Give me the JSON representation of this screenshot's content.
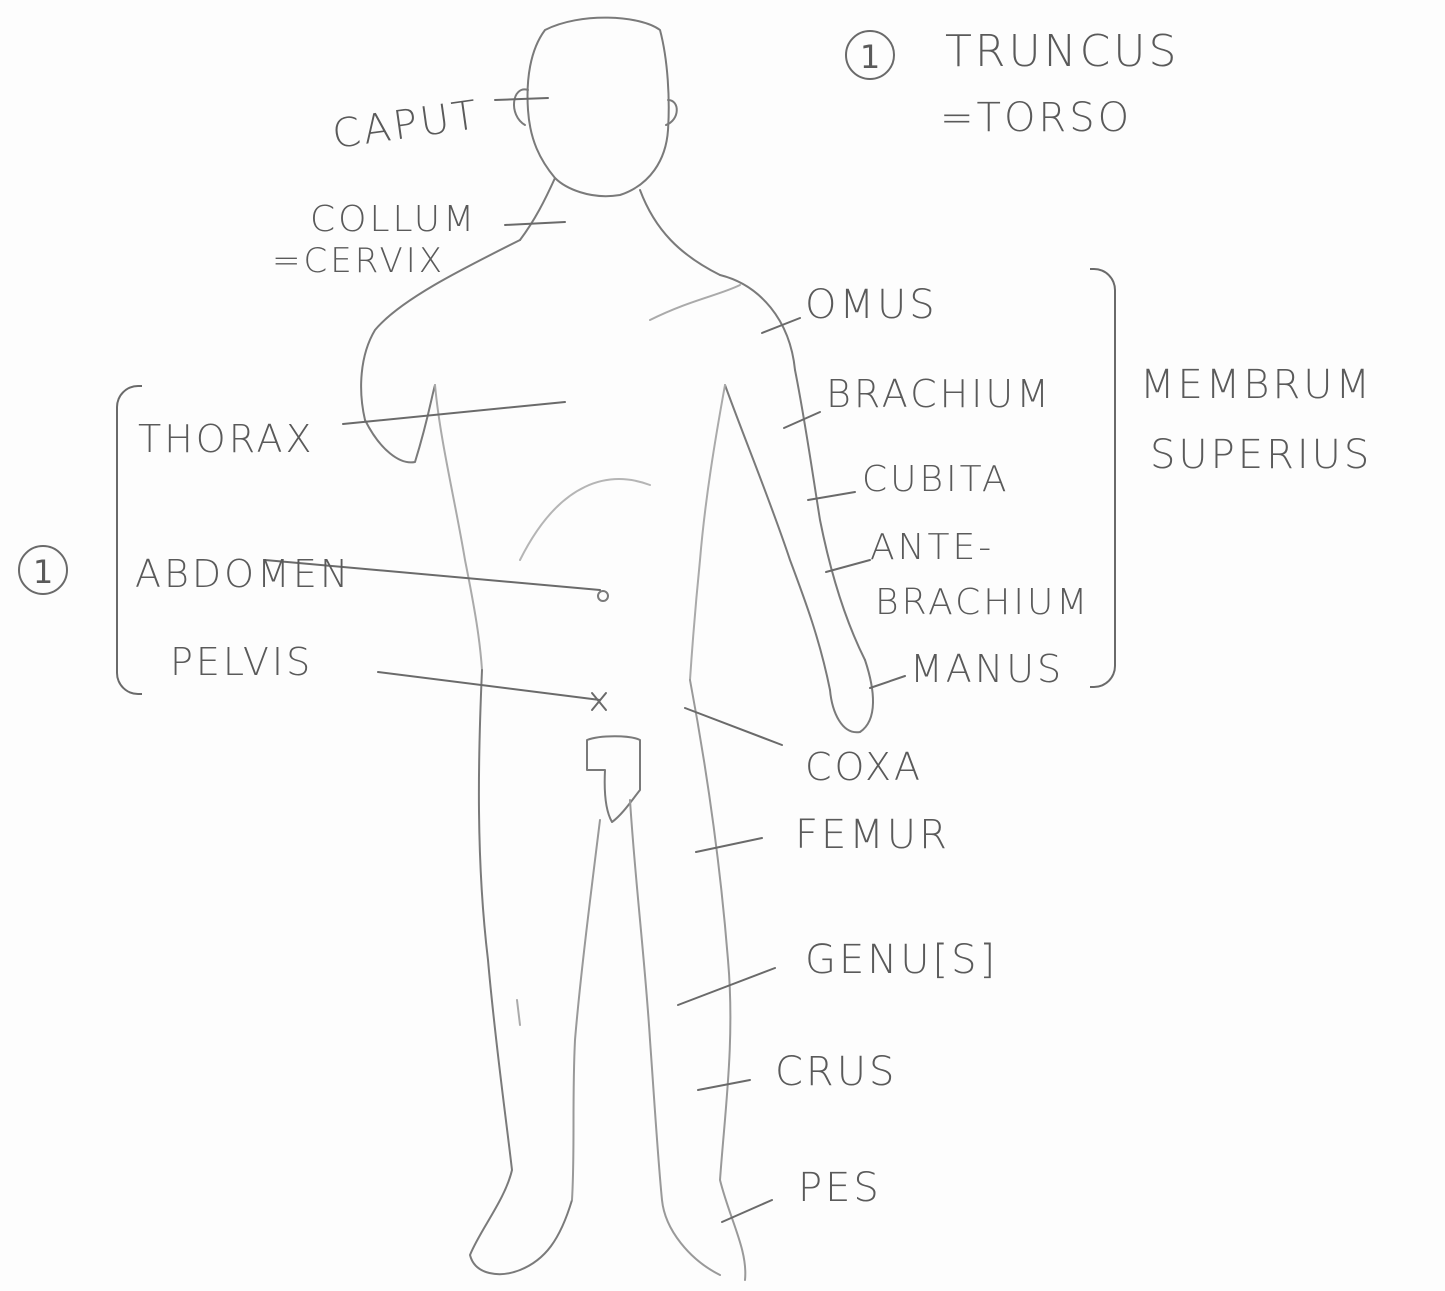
{
  "labels": {
    "caput": "CAPUT",
    "collum": "COLLUM",
    "cervix": "=CERVIX",
    "truncus_num": "1",
    "truncus": "TRUNCUS",
    "torso": "=TORSO",
    "thorax": "THORAX",
    "abdomen": "ABDOMEN",
    "pelvis": "PELVIS",
    "trunk_group_num": "1",
    "omus": "OMUS",
    "brachium": "BRACHIUM",
    "cubita": "CUBITA",
    "antebrachium_1": "ANTE-",
    "antebrachium_2": "BRACHIUM",
    "manus": "MANUS",
    "membrum": "MEMBRUM",
    "superius": "SUPERIUS",
    "coxa": "COXA",
    "femur": "FEMUR",
    "genu": "GENU[S]",
    "crus": "CRUS",
    "pes": "PES"
  },
  "colors": {
    "pencil": "#6a6a6a",
    "paper": "#fdfdfd"
  }
}
